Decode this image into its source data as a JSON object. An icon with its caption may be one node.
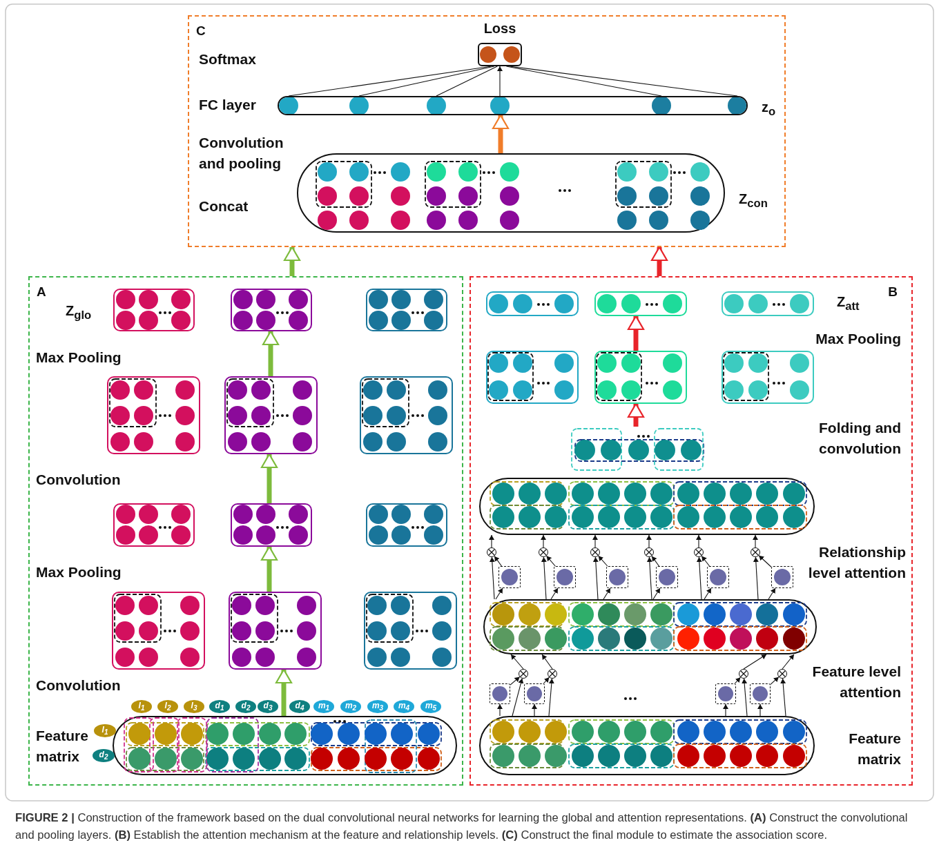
{
  "diagram": {
    "caption": "**FIGURE 2 |** Construction of the framework based on the dual convolutional neural networks for learning the global and attention representations. **(A)** Construct the convolutional and pooling layers. **(B)** Establish the attention mechanism at the feature and relationship levels. **(C)** Construct the final module to estimate the association score.",
    "nodes": [
      {
        "text": [
          "C"
        ]
      },
      {
        "text": [
          "Loss"
        ],
        "in": 0
      },
      {
        "text": [],
        "shape": "bar",
        "beside": [
          "z$_{o}$"
        ],
        "in": 0
      },
      {
        "text": [],
        "shape": "circle",
        "in": 2
      },
      {
        "text": [],
        "shape": "circle",
        "in": 2
      },
      {
        "text": [],
        "shape": "circle",
        "in": 2
      },
      {
        "text": [],
        "shape": "circle",
        "in": 2
      },
      {
        "text": [],
        "shape": "circle",
        "in": 2
      },
      {
        "text": [],
        "shape": "circle",
        "in": 2
      },
      {
        "text": [],
        "shape": "oval",
        "beside": [
          "Z$_{con}$"
        ],
        "in": 0
      },
      {
        "text": [
          "A"
        ]
      },
      {
        "text": [],
        "shape": "box",
        "beside": [
          "Z$_{glo}$"
        ],
        "in": 10
      },
      {
        "text": [],
        "shape": "box",
        "in": 10
      },
      {
        "text": [],
        "shape": "box",
        "in": 10
      },
      {
        "text": [],
        "shape": "box",
        "in": 10
      },
      {
        "text": [],
        "shape": "box",
        "in": 10
      },
      {
        "text": [],
        "shape": "box",
        "in": 10
      },
      {
        "text": [],
        "shape": "box",
        "in": 10
      },
      {
        "text": [],
        "shape": "box",
        "in": 10
      },
      {
        "text": [],
        "shape": "box",
        "in": 10
      },
      {
        "text": [],
        "shape": "box",
        "in": 10
      },
      {
        "text": [],
        "shape": "box",
        "in": 10
      },
      {
        "text": [],
        "shape": "box",
        "in": 10
      },
      {
        "text": [],
        "shape": "oval",
        "in": 10
      },
      {
        "text": [
          "l$_{1}$"
        ],
        "in": 10
      },
      {
        "text": [
          "l$_{2}$"
        ],
        "in": 10
      },
      {
        "text": [
          "l$_{3}$"
        ],
        "in": 10
      },
      {
        "text": [
          "d$_{1}$"
        ],
        "in": 10
      },
      {
        "text": [
          "d$_{2}$"
        ],
        "in": 10
      },
      {
        "text": [
          "d$_{3}$"
        ],
        "in": 10
      },
      {
        "text": [
          "d$_{4}$"
        ],
        "in": 10
      },
      {
        "text": [
          "m$_{1}$"
        ],
        "in": 10
      },
      {
        "text": [
          "m$_{2}$"
        ],
        "in": 10
      },
      {
        "text": [
          "m$_{3}$"
        ],
        "in": 10
      },
      {
        "text": [
          "m$_{4}$"
        ],
        "in": 10
      },
      {
        "text": [
          "m$_{5}$"
        ],
        "in": 10
      },
      {
        "text": [
          "l$_{1}$"
        ],
        "in": 10
      },
      {
        "text": [
          "d$_{2}$"
        ],
        "in": 10
      },
      {
        "text": [
          "B"
        ]
      },
      {
        "text": [],
        "shape": "box",
        "in": 38
      },
      {
        "text": [],
        "shape": "box",
        "in": 38
      },
      {
        "text": [],
        "shape": "box",
        "beside": [
          "Z$_{att}$"
        ],
        "in": 38
      },
      {
        "text": [],
        "shape": "box",
        "in": 38
      },
      {
        "text": [],
        "shape": "box",
        "in": 38
      },
      {
        "text": [],
        "shape": "box",
        "in": 38
      },
      {
        "text": [],
        "shape": "box",
        "in": 38
      },
      {
        "text": [],
        "shape": "oval",
        "in": 38
      },
      {
        "text": [],
        "shape": "oval",
        "in": 38
      },
      {
        "text": [],
        "shape": "oval",
        "in": 38
      },
      {
        "text": [],
        "shape": "circle",
        "in": 38
      },
      {
        "text": [],
        "shape": "circle",
        "in": 38
      },
      {
        "text": [],
        "shape": "circle",
        "in": 38
      },
      {
        "text": [],
        "shape": "circle",
        "in": 38
      },
      {
        "text": [],
        "shape": "circle",
        "in": 38
      },
      {
        "text": [],
        "shape": "circle",
        "in": 38
      },
      {
        "text": [],
        "shape": "box",
        "in": 38
      },
      {
        "text": [],
        "shape": "box",
        "in": 38
      },
      {
        "text": [],
        "shape": "box",
        "in": 38
      },
      {
        "text": [],
        "shape": "box",
        "in": 38
      },
      {
        "text": [],
        "shape": "box",
        "in": 38
      },
      {
        "text": [],
        "shape": "box",
        "in": 38
      },
      {
        "text": [],
        "shape": "circle",
        "in": 38
      },
      {
        "text": [],
        "shape": "circle",
        "in": 38
      },
      {
        "text": [],
        "shape": "circle",
        "in": 38
      },
      {
        "text": [],
        "shape": "circle",
        "in": 38
      },
      {
        "text": [],
        "shape": "box",
        "in": 38
      },
      {
        "text": [],
        "shape": "box",
        "in": 38
      },
      {
        "text": [],
        "shape": "box",
        "in": 38
      },
      {
        "text": [],
        "shape": "box",
        "in": 38
      }
    ],
    "edges": [
      {
        "from": 3,
        "to": 1,
        "arrow": "none"
      },
      {
        "from": 4,
        "to": 1,
        "arrow": "none"
      },
      {
        "from": 5,
        "to": 1,
        "arrow": "none"
      },
      {
        "from": 6,
        "to": 1,
        "arrow": "to"
      },
      {
        "from": 7,
        "to": 1,
        "arrow": "none"
      },
      {
        "from": 8,
        "to": 1,
        "arrow": "none"
      },
      {
        "from": 9,
        "to": 2,
        "arrow": "to",
        "style": "thick",
        "color": "#f07d2a"
      },
      {
        "from": 10,
        "to": 0,
        "arrow": "to",
        "style": "thick",
        "color": "#7dbb3c"
      },
      {
        "from": 38,
        "to": 0,
        "arrow": "to",
        "style": "thick",
        "color": "#e8242a"
      },
      {
        "from": 23,
        "to": 21,
        "arrow": "to",
        "style": "thick",
        "color": "#7dbb3c"
      },
      {
        "from": 21,
        "to": 18,
        "arrow": "to",
        "style": "thick",
        "color": "#7dbb3c"
      },
      {
        "from": 18,
        "to": 15,
        "arrow": "to",
        "style": "thick",
        "color": "#7dbb3c"
      },
      {
        "from": 15,
        "to": 12,
        "arrow": "to",
        "style": "thick",
        "color": "#7dbb3c"
      },
      {
        "from": 45,
        "to": 43,
        "arrow": "to",
        "style": "thick",
        "color": "#e8242a"
      },
      {
        "from": 43,
        "to": 40,
        "arrow": "to",
        "style": "thick",
        "color": "#e8242a"
      },
      {
        "from": 47,
        "to": 49,
        "arrow": "to"
      },
      {
        "from": 47,
        "to": 55,
        "arrow": "to"
      },
      {
        "from": 55,
        "to": 49,
        "arrow": "to"
      },
      {
        "from": 49,
        "to": 46,
        "arrow": "to"
      },
      {
        "from": 47,
        "to": 50,
        "arrow": "to"
      },
      {
        "from": 47,
        "to": 56,
        "arrow": "to"
      },
      {
        "from": 56,
        "to": 50,
        "arrow": "to"
      },
      {
        "from": 50,
        "to": 46,
        "arrow": "to"
      },
      {
        "from": 47,
        "to": 51,
        "arrow": "to"
      },
      {
        "from": 47,
        "to": 57,
        "arrow": "to"
      },
      {
        "from": 57,
        "to": 51,
        "arrow": "to"
      },
      {
        "from": 51,
        "to": 46,
        "arrow": "to"
      },
      {
        "from": 47,
        "to": 52,
        "arrow": "to"
      },
      {
        "from": 47,
        "to": 58,
        "arrow": "to"
      },
      {
        "from": 58,
        "to": 52,
        "arrow": "to"
      },
      {
        "from": 52,
        "to": 46,
        "arrow": "to"
      },
      {
        "from": 47,
        "to": 53,
        "arrow": "to"
      },
      {
        "from": 47,
        "to": 59,
        "arrow": "to"
      },
      {
        "from": 59,
        "to": 53,
        "arrow": "to"
      },
      {
        "from": 53,
        "to": 46,
        "arrow": "to"
      },
      {
        "from": 47,
        "to": 54,
        "arrow": "to"
      },
      {
        "from": 47,
        "to": 60,
        "arrow": "to"
      },
      {
        "from": 60,
        "to": 54,
        "arrow": "to"
      },
      {
        "from": 54,
        "to": 46,
        "arrow": "to"
      },
      {
        "from": 48,
        "to": 65,
        "arrow": "to"
      },
      {
        "from": 48,
        "to": 61,
        "arrow": "to"
      },
      {
        "from": 65,
        "to": 61,
        "arrow": "to"
      },
      {
        "from": 61,
        "to": 47,
        "arrow": "to"
      },
      {
        "from": 48,
        "to": 66,
        "arrow": "to"
      },
      {
        "from": 48,
        "to": 62,
        "arrow": "to"
      },
      {
        "from": 66,
        "to": 62,
        "arrow": "to"
      },
      {
        "from": 62,
        "to": 47,
        "arrow": "to"
      },
      {
        "from": 48,
        "to": 67,
        "arrow": "to"
      },
      {
        "from": 48,
        "to": 63,
        "arrow": "to"
      },
      {
        "from": 67,
        "to": 63,
        "arrow": "to"
      },
      {
        "from": 63,
        "to": 47,
        "arrow": "to"
      },
      {
        "from": 48,
        "to": 68,
        "arrow": "to"
      },
      {
        "from": 48,
        "to": 64,
        "arrow": "to"
      },
      {
        "from": 68,
        "to": 64,
        "arrow": "to"
      },
      {
        "from": 64,
        "to": 47,
        "arrow": "to"
      }
    ],
    "labels": [
      "Softmax",
      "FC layer",
      "Convolution and pooling",
      "Concat",
      "Max Pooling",
      "Convolution",
      "Max Pooling",
      "Convolution",
      "Feature matrix",
      "Max Pooling",
      "Folding and convolution",
      "Relationship level attention",
      "Feature level attention",
      "Feature matrix"
    ]
  }
}
